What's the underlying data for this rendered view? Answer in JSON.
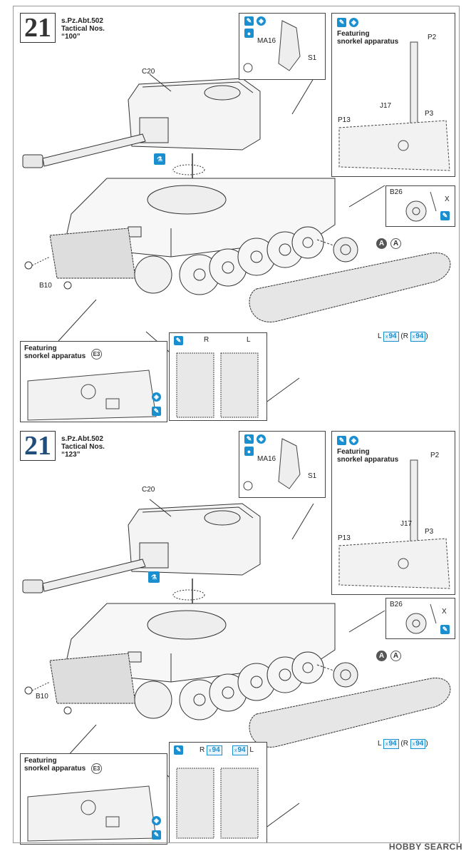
{
  "steps": [
    {
      "number": "21",
      "unit_line1": "s.Pz.Abt.502",
      "unit_line2": "Tactical Nos.",
      "unit_line3": "“100”",
      "labels": {
        "c20": "C20",
        "ma16": "MA16",
        "s1": "S1",
        "p2": "P2",
        "j17": "J17",
        "p13": "P13",
        "p3": "P3",
        "b26": "B26",
        "x": "X",
        "b10": "B10",
        "a1": "A",
        "a2": "A",
        "r": "R",
        "l": "L",
        "e3": "E3",
        "track_l": "L",
        "track_r_open": "(R",
        "track_r_close": ")"
      },
      "track_qty_l": "94",
      "track_qty_r": "94",
      "qty_prefix": "x",
      "featuring_top": [
        "Featuring",
        "snorkel apparatus"
      ],
      "featuring_bottom": [
        "Featuring",
        "snorkel apparatus"
      ],
      "link_qty_r": "",
      "link_qty_l": ""
    },
    {
      "number": "21",
      "unit_line1": "s.Pz.Abt.502",
      "unit_line2": "Tactical Nos.",
      "unit_line3": "“123”",
      "labels": {
        "c20": "C20",
        "ma16": "MA16",
        "s1": "S1",
        "p2": "P2",
        "j17": "J17",
        "p13": "P13",
        "p3": "P3",
        "b26": "B26",
        "x": "X",
        "b10": "B10",
        "a1": "A",
        "a2": "A",
        "r": "R",
        "l": "L",
        "e3": "E3",
        "track_l": "L",
        "track_r_open": "(R",
        "track_r_close": ")"
      },
      "track_qty_l": "94",
      "track_qty_r": "94",
      "qty_prefix": "x",
      "featuring_top": [
        "Featuring",
        "snorkel apparatus"
      ],
      "featuring_bottom": [
        "Featuring",
        "snorkel apparatus"
      ],
      "link_qty_r": "94",
      "link_qty_l": "94"
    }
  ],
  "watermark": "HOBBY SEARCH",
  "colors": {
    "accent": "#1a8fd0",
    "step2_number": "#1f4e7a",
    "line": "#333333"
  },
  "icons": [
    "glue-icon",
    "paint-icon",
    "cement-icon"
  ]
}
